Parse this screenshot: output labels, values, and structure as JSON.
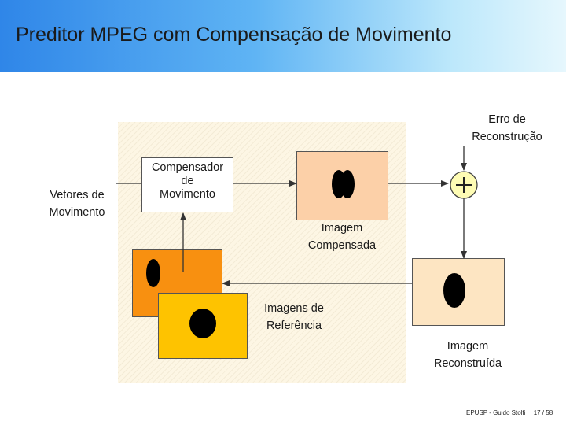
{
  "slide": {
    "title": "Preditor MPEG com Compensação de Movimento",
    "footer": {
      "author": "EPUSP - Guido Stolfi",
      "page": "17 / 58"
    }
  },
  "diagram": {
    "vectors_label": [
      "Vetores de",
      "Movimento"
    ],
    "compensator_label": [
      "Compensador",
      "de",
      "Movimento"
    ],
    "error_label": [
      "Erro de",
      "Reconstrução"
    ],
    "adder_symbol": "+",
    "compensated_label": [
      "Imagem",
      "Compensada"
    ],
    "reference_label": [
      "Imagens de",
      "Referência"
    ],
    "reconstructed_label": [
      "Imagem",
      "Reconstruída"
    ]
  },
  "colors": {
    "compensated_box": "#fcd0a8",
    "reconstructed_box": "#fde5c2",
    "reference_back": "#f89010",
    "reference_front": "#fec300",
    "adder_fill": "#fefcb4",
    "blob": "#000000"
  }
}
